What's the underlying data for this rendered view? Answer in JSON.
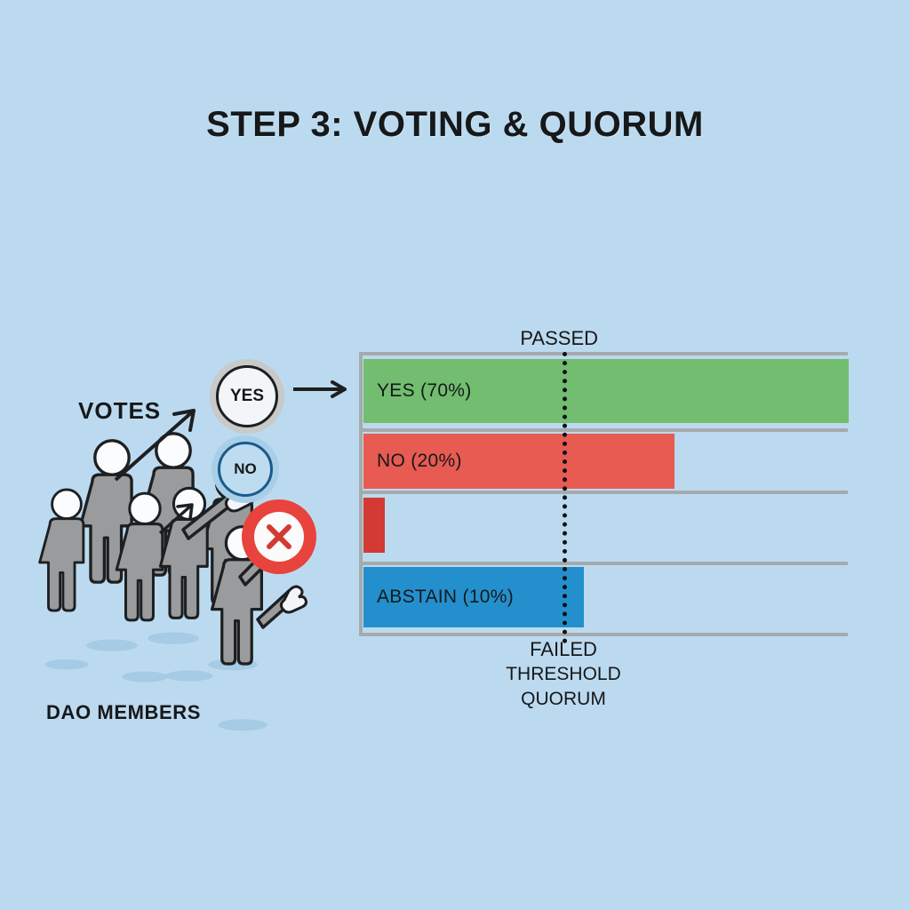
{
  "title": "STEP 3: VOTING & QUORUM",
  "background_color": "#bcdaef",
  "left_panel": {
    "votes_label": "VOTES",
    "members_label": "DAO MEMBERS",
    "badges": [
      {
        "id": "yes",
        "label": "YES",
        "ring_color": "#c8c9c9",
        "fill_color": "#f3f6f8"
      },
      {
        "id": "no",
        "label": "NO",
        "ring_color": "#a8cfe8",
        "fill_color": "#bddcf0"
      },
      {
        "id": "reject",
        "label": "",
        "ring_color": "#e8433c",
        "fill_color": "#fbfbfb",
        "icon": "x-mark-icon"
      }
    ]
  },
  "chart_annotations": {
    "passed_label": "PASSED",
    "failed_label": "FAILED",
    "threshold_label": "THRESHOLD",
    "quorum_label": "QUORUM"
  },
  "chart_data": {
    "type": "bar",
    "orientation": "horizontal",
    "title": "",
    "xlabel": "",
    "ylabel": "",
    "xlim": [
      0,
      100
    ],
    "grid": true,
    "legend": false,
    "categories": [
      "YES",
      "NO",
      "",
      "ABSTAIN"
    ],
    "values": [
      70,
      42,
      2,
      28
    ],
    "labels": [
      "YES (70%)",
      "NO (20%)",
      "",
      "ABSTAIN (10%)"
    ],
    "percentages": [
      70,
      20,
      null,
      10
    ],
    "colors": [
      "#72bd6f",
      "#e75b52",
      "#d23a33",
      "#2390cd"
    ],
    "threshold": {
      "label_above": "PASSED",
      "label_below": [
        "FAILED",
        "THRESHOLD",
        "QUORUM"
      ],
      "position_pct": 42,
      "style": "dotted",
      "color": "#101214"
    }
  }
}
